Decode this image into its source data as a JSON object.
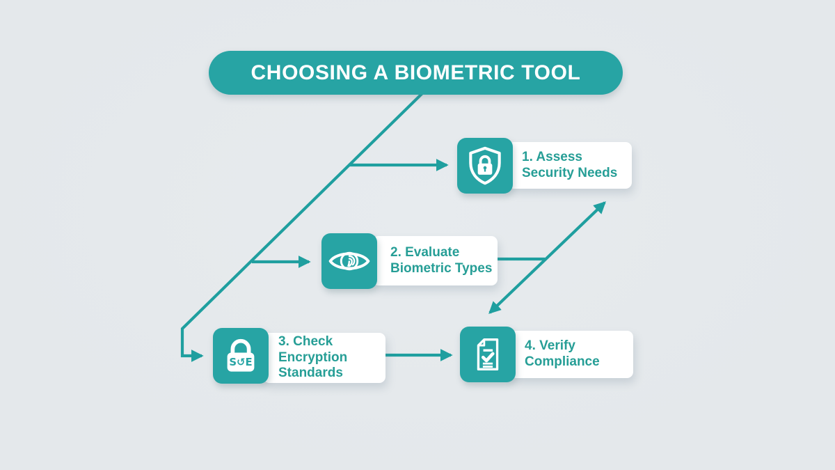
{
  "title": "CHOOSING A BIOMETRIC TOOL",
  "colors": {
    "background": "#e4e8eb",
    "accent": "#27a4a4",
    "arrow": "#1f9f9f",
    "card": "#ffffff",
    "card_text": "#269e96",
    "icon_foreground": "#ffffff",
    "title_text": "#ffffff"
  },
  "steps": [
    {
      "id": "assess-security-needs",
      "label": "1. Assess\nSecurity Needs",
      "icon": "shield-lock-icon"
    },
    {
      "id": "evaluate-biometric-types",
      "label": "2. Evaluate\nBiometric Types",
      "icon": "fingerprint-eye-icon"
    },
    {
      "id": "check-encryption-standards",
      "label": "3. Check\nEncryption\nStandards",
      "icon": "encryption-lock-icon",
      "monogram": "S↺E"
    },
    {
      "id": "verify-compliance",
      "label": "4. Verify\nCompliance",
      "icon": "document-checklist-icon"
    }
  ],
  "connections": [
    {
      "from": "title",
      "to": "assess-security-needs",
      "style": "arrow"
    },
    {
      "from": "title",
      "to": "evaluate-biometric-types",
      "style": "arrow"
    },
    {
      "from": "title",
      "to": "check-encryption-standards",
      "style": "arrow"
    },
    {
      "from": "check-encryption-standards",
      "to": "verify-compliance",
      "style": "arrow"
    },
    {
      "from": "verify-compliance",
      "to": "assess-security-needs",
      "style": "double-headed-arrow"
    },
    {
      "from": "evaluate-biometric-types",
      "to": "compliance-assessment-arrow",
      "style": "line"
    }
  ]
}
